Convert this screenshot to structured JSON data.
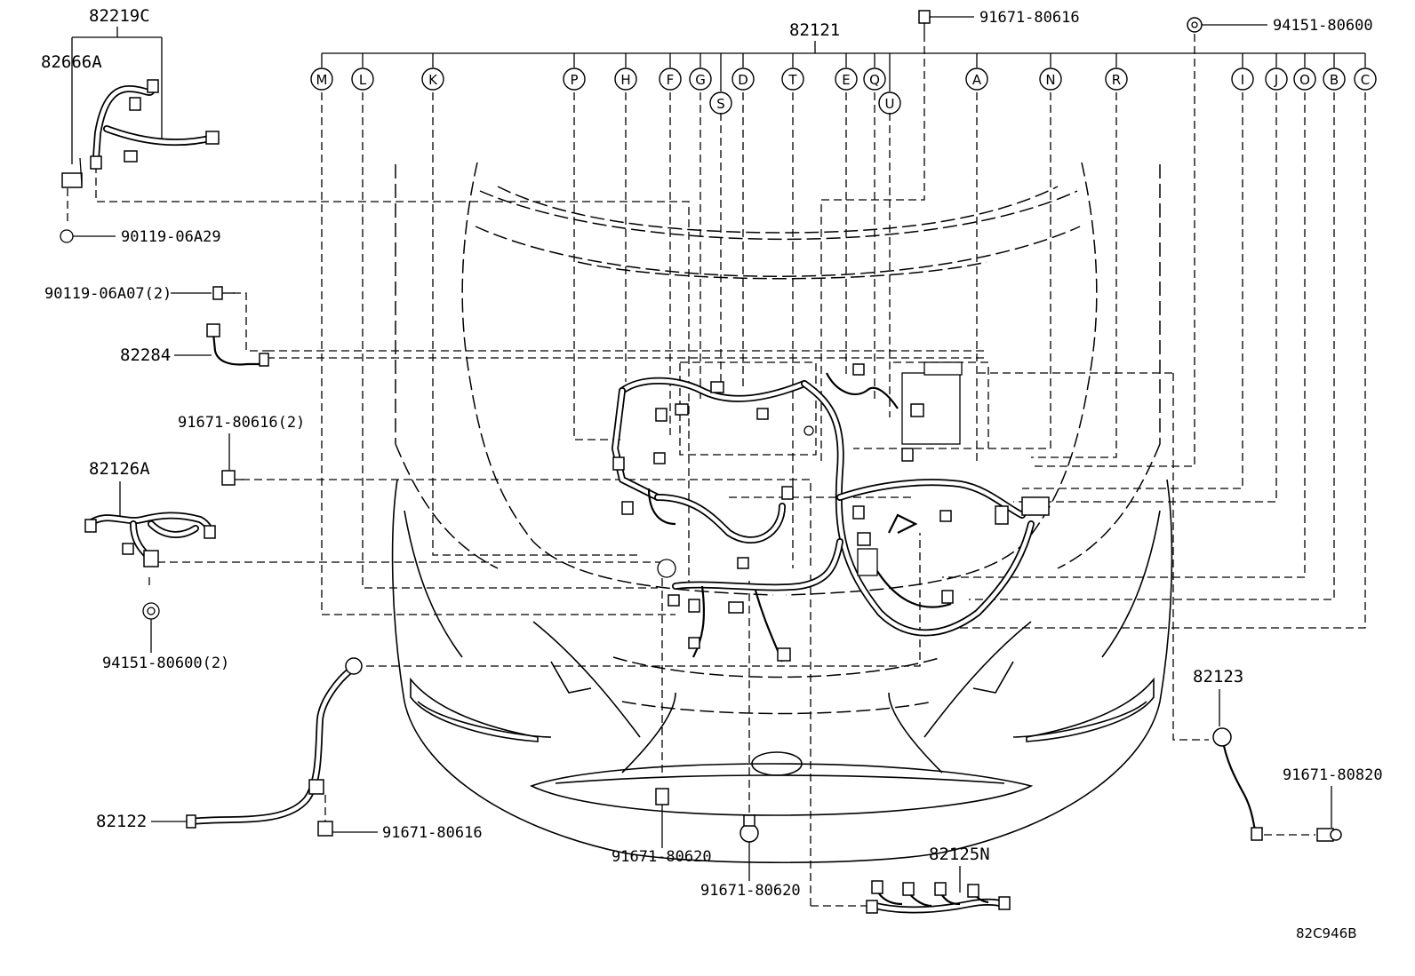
{
  "diagram": {
    "main_part": "82121",
    "connector_letters": [
      "M",
      "L",
      "K",
      "P",
      "H",
      "F",
      "G",
      "S",
      "D",
      "T",
      "E",
      "Q",
      "U",
      "A",
      "N",
      "R",
      "I",
      "J",
      "O",
      "B",
      "C"
    ],
    "parts": {
      "p82219C": "82219C",
      "p82666A": "82666A",
      "p90119_06A29": "90119-06A29",
      "p90119_06A07": "90119-06A07(2)",
      "p82284": "82284",
      "p91671_80616_2": "91671-80616(2)",
      "p82126A": "82126A",
      "p94151_80600_2": "94151-80600(2)",
      "p82122": "82122",
      "p91671_80616_b": "91671-80616",
      "p91671_80620_a": "91671-80620",
      "p91671_80620_b": "91671-80620",
      "p82125N": "82125N",
      "p82123": "82123",
      "p91671_80820": "91671-80820",
      "p91671_80616_top": "91671-80616",
      "p94151_80600_top": "94151-80600"
    },
    "reference_code": "82C946B"
  }
}
